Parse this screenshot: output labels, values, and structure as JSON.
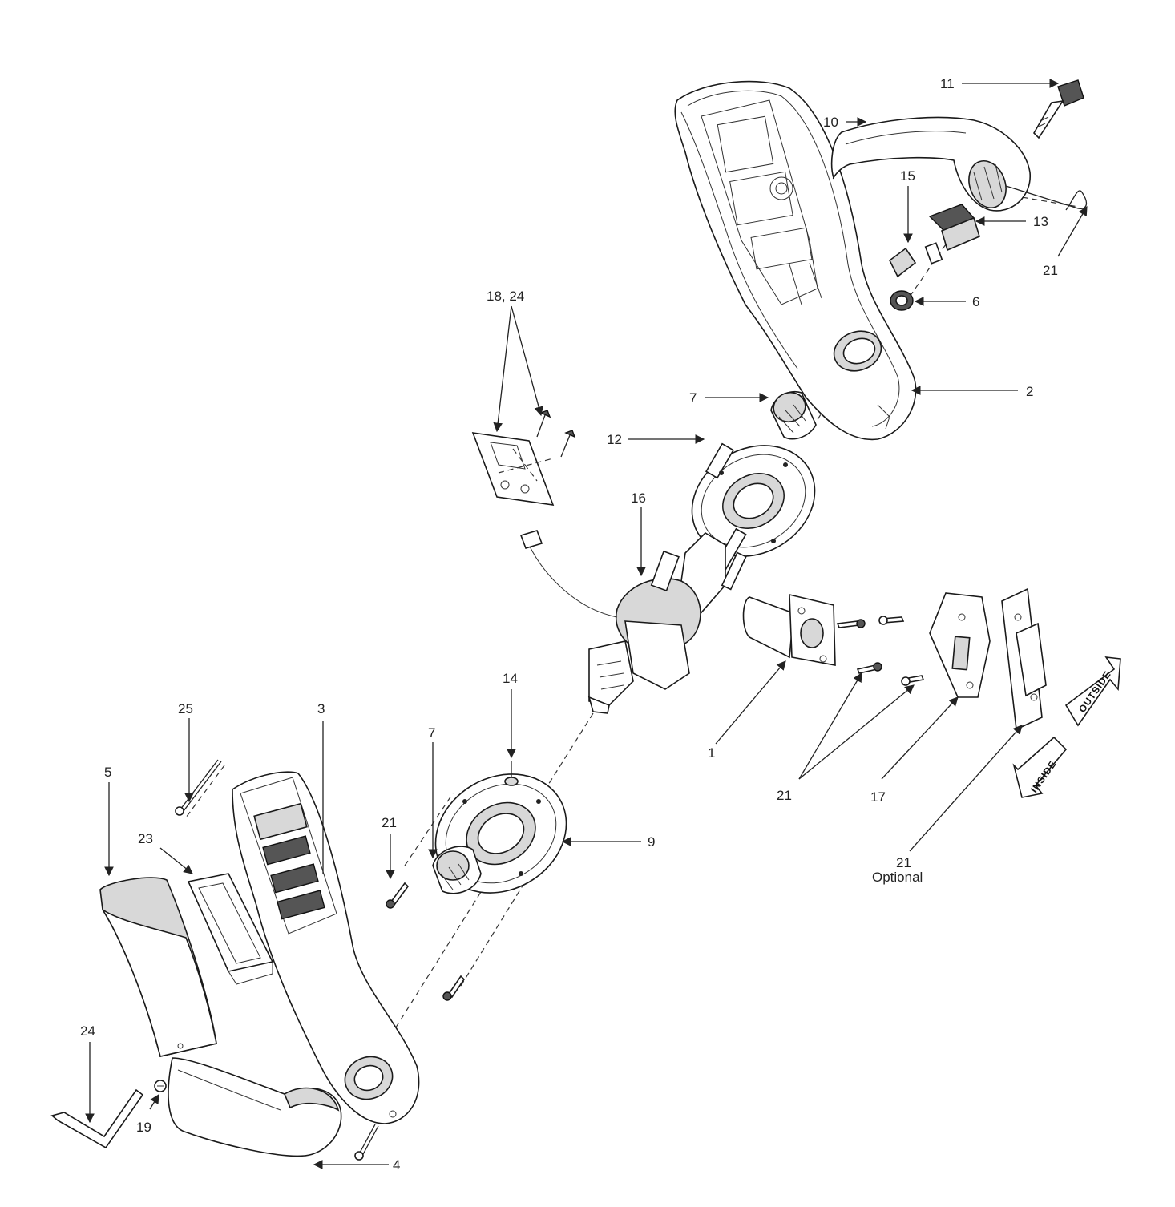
{
  "labels": {
    "l1": "1",
    "l2": "2",
    "l3": "3",
    "l4": "4",
    "l5": "5",
    "l6": "6",
    "l7a": "7",
    "l7b": "7",
    "l9": "9",
    "l10": "10",
    "l11": "11",
    "l12": "12",
    "l13": "13",
    "l14": "14",
    "l15": "15",
    "l16": "16",
    "l17": "17",
    "l18_24": "18, 24",
    "l19": "19",
    "l21a": "21",
    "l21b": "21",
    "l21c": "21",
    "l21d": "21",
    "l21_optional": "Optional",
    "l23": "23",
    "l24": "24",
    "l25": "25"
  },
  "arrows": {
    "inside": "INSIDE",
    "outside": "OUTSIDE"
  }
}
